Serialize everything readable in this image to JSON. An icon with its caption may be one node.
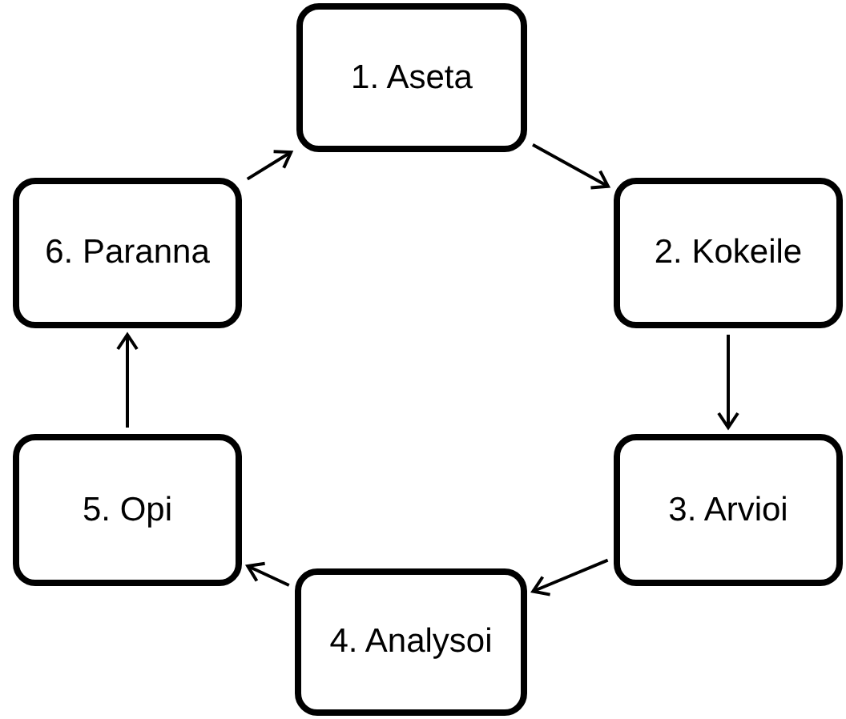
{
  "diagram": {
    "nodes": [
      {
        "text": [
          "1. Aseta"
        ]
      },
      {
        "text": [
          "2. Kokeile"
        ]
      },
      {
        "text": [
          "3. Arvioi"
        ]
      },
      {
        "text": [
          "4. Analysoi"
        ]
      },
      {
        "text": [
          "5. Opi"
        ]
      },
      {
        "text": [
          "6. Paranna"
        ]
      }
    ],
    "edges": [
      {
        "from": 0,
        "to": 1,
        "arrow": "to"
      },
      {
        "from": 1,
        "to": 2,
        "arrow": "to"
      },
      {
        "from": 2,
        "to": 3,
        "arrow": "to"
      },
      {
        "from": 3,
        "to": 4,
        "arrow": "to"
      },
      {
        "from": 4,
        "to": 5,
        "arrow": "to"
      },
      {
        "from": 5,
        "to": 0,
        "arrow": "to"
      }
    ]
  }
}
